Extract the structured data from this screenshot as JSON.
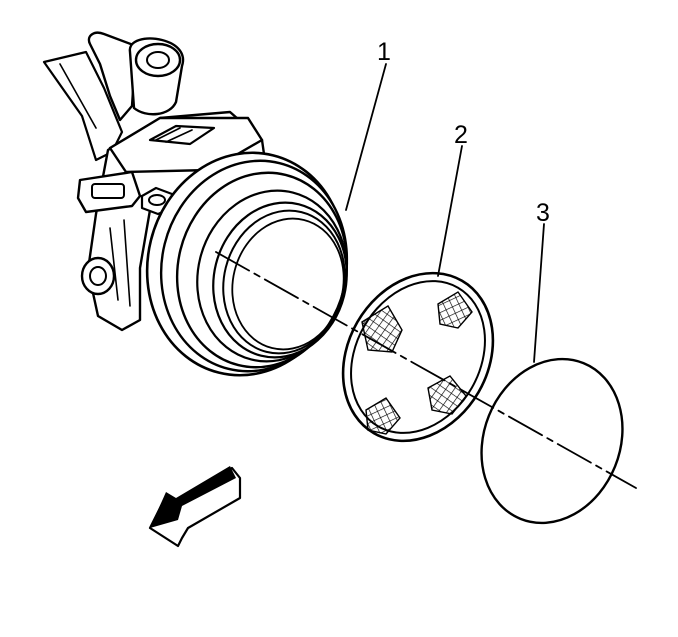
{
  "callouts": [
    {
      "id": "1",
      "label": "1"
    },
    {
      "id": "2",
      "label": "2"
    },
    {
      "id": "3",
      "label": "3"
    }
  ],
  "colors": {
    "ink": "#000000",
    "paper": "#ffffff"
  },
  "icons": {
    "direction_arrow": "front-direction-arrow-icon"
  }
}
